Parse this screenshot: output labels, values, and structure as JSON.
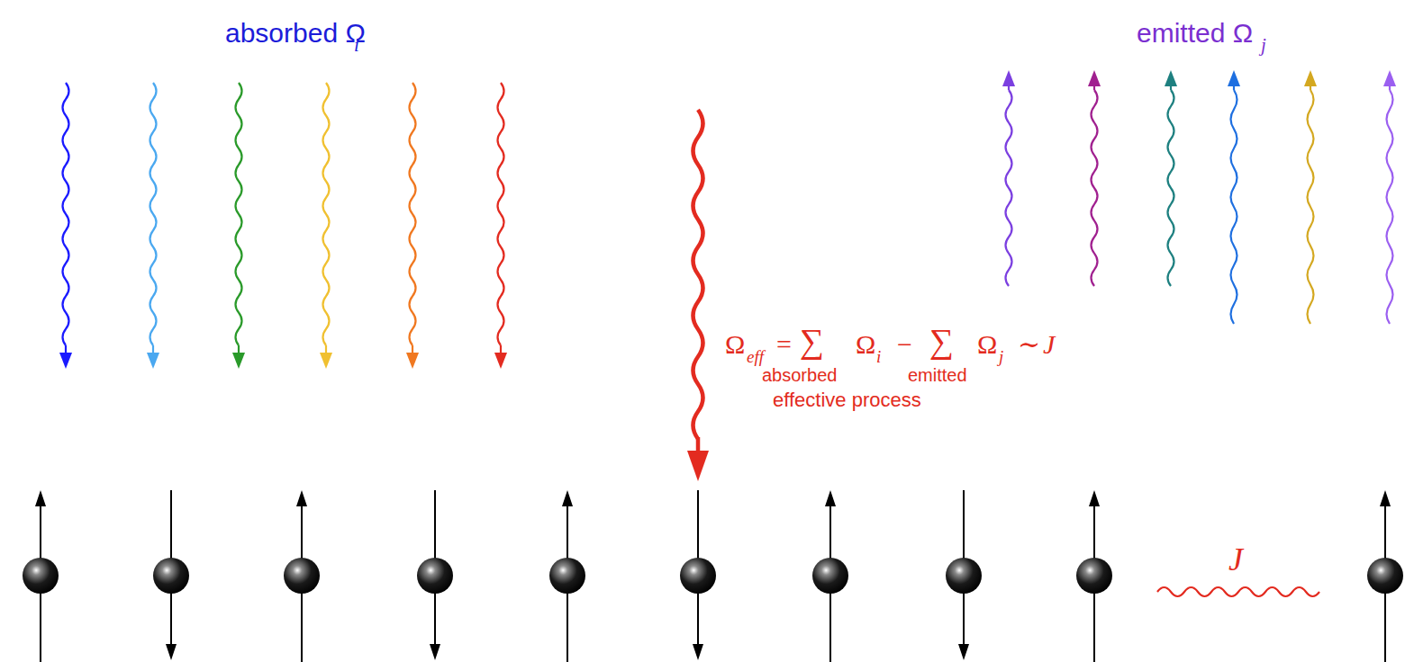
{
  "diagram": {
    "labels": [
      "absorbed Ω",
      "i",
      "emitted Ω",
      "j",
      "Ω",
      "eff",
      "=",
      "∑",
      "absorbed",
      "Ω",
      "i",
      "−",
      "∑",
      "emitted",
      "Ω",
      "j",
      "∼",
      "J",
      "effective process",
      "J"
    ]
  }
}
